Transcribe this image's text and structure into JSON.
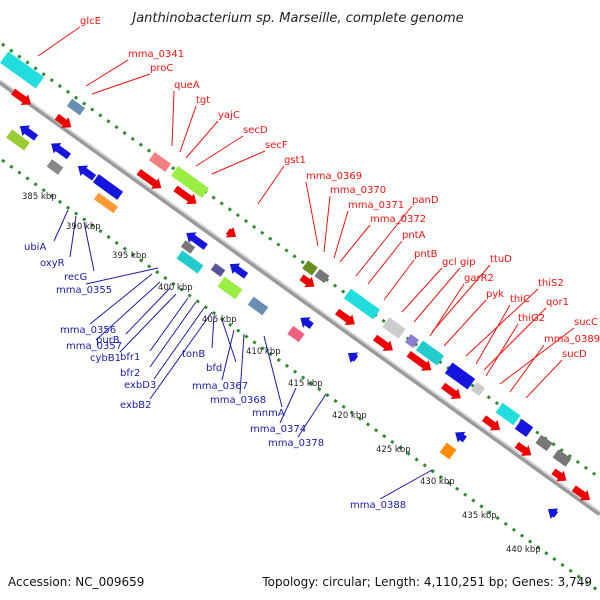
{
  "title": "Janthinobacterium sp. Marseille, complete genome",
  "footer": {
    "accession": "Accession: NC_009659",
    "info": "Topology: circular; Length: 4,110,251 bp; Genes: 3,749"
  },
  "colors": {
    "forward_label": "#ee1111",
    "reverse_label": "#1a1aa8",
    "backbone": "#8c8c8c",
    "dots": "#2e8b2e"
  },
  "kbp_labels": [
    "385 kbp",
    "390 kbp",
    "395 kbp",
    "400 kbp",
    "405 kbp",
    "410 kbp",
    "415 kbp",
    "420 kbp",
    "425 kbp",
    "430 kbp",
    "435 kbp",
    "440 kbp"
  ],
  "forward_genes": [
    "glcE",
    "mma_0341",
    "proC",
    "queA",
    "tgt",
    "yajC",
    "secD",
    "secF",
    "gst1",
    "mma_0369",
    "mma_0370",
    "mma_0371",
    "mma_0372",
    "panD",
    "pntA",
    "pntB",
    "gcl",
    "gip",
    "ttuD",
    "garR2",
    "pyk",
    "thiS2",
    "thiC",
    "qor1",
    "thiG2",
    "sucC",
    "mma_0389",
    "sucD"
  ],
  "reverse_genes": [
    "ubiA",
    "oxyR",
    "recG",
    "mma_0355",
    "mma_0356",
    "mma_0357",
    "purB",
    "cybB1",
    "bfr1",
    "bfr2",
    "exbD3",
    "exbB2",
    "tonB",
    "bfd",
    "mma_0367",
    "mma_0368",
    "mnmA",
    "mma_0374",
    "mma_0378",
    "mma_0388"
  ]
}
